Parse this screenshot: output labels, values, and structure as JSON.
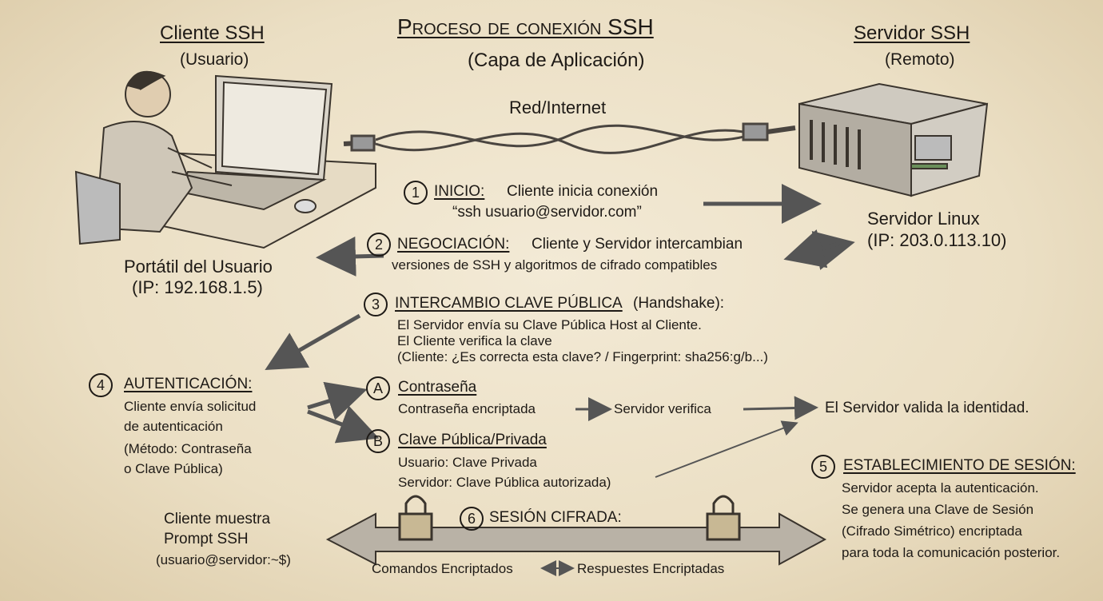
{
  "title": "Proceso de conexión SSH",
  "subtitle": "(Capa de Aplicación)",
  "client": {
    "title": "Cliente SSH",
    "subtitle": "(Usuario)",
    "device": "Portátil del Usuario",
    "ip": "(IP: 192.168.1.5)"
  },
  "server": {
    "title": "Servidor SSH",
    "subtitle": "(Remoto)",
    "device": "Servidor Linux",
    "ip": "(IP: 203.0.113.10)"
  },
  "network": "Red/Internet",
  "steps": {
    "s1": {
      "num": "1",
      "title": "INICIO:",
      "line1": "Cliente inicia conexión",
      "line2": "“ssh usuario@servidor.com”"
    },
    "s2": {
      "num": "2",
      "title": "NEGOCIACIÓN:",
      "line1": "Cliente y Servidor intercambian",
      "line2": "versiones de SSH y algoritmos de cifrado compatibles"
    },
    "s3": {
      "num": "3",
      "title": "INTERCAMBIO CLAVE PÚBLICA",
      "suffix": "(Handshake):",
      "line1": "El Servidor envía su Clave Pública Host al Cliente.",
      "line2": "El Cliente verifica la clave",
      "line3": "(Cliente: ¿Es correcta esta clave? / Fingerprint: sha256:g/b...)"
    },
    "s4": {
      "num": "4",
      "title": "AUTENTICACIÓN:",
      "line1": "Cliente envía solicitud",
      "line2": "de autenticación",
      "line3": "(Método: Contraseña",
      "line4": "o Clave Pública)"
    },
    "a": {
      "num": "A",
      "title": "Contraseña",
      "line1": "Contraseña encriptada",
      "line1b": "Servidor verifica"
    },
    "b": {
      "num": "B",
      "title": "Clave Pública/Privada",
      "line1": "Usuario: Clave Privada",
      "line2": "Servidor: Clave Pública autorizada)"
    },
    "validate": "El Servidor valida la identidad.",
    "s5": {
      "num": "5",
      "title": "ESTABLECIMIENTO DE SESIÓN:",
      "line1": "Servidor acepta la autenticación.",
      "line2": "Se genera una Clave de Sesión",
      "line3": "(Cifrado Simétrico) encriptada",
      "line4": "para toda la comunicación posterior."
    },
    "s6": {
      "num": "6",
      "title": "SESIÓN CIFRADA:",
      "left": "Comandos Encriptados",
      "right": "Respuestes Encriptadas"
    }
  },
  "prompt": {
    "line1": "Cliente muestra",
    "line2": "Prompt SSH",
    "line3": "(usuario@servidor:~$)"
  },
  "icons": [
    "laptop-user",
    "server-rack",
    "network-cable",
    "lock",
    "lock"
  ]
}
